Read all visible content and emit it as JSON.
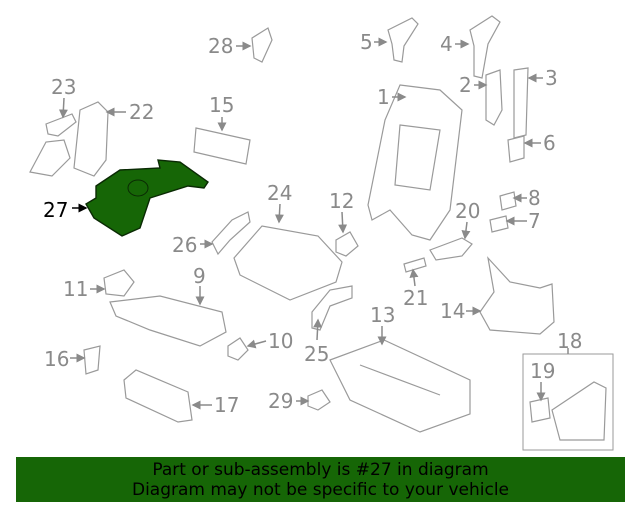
{
  "diagram": {
    "highlight_part": "27",
    "highlight_color": "#166606",
    "callouts": [
      "1",
      "2",
      "3",
      "4",
      "5",
      "6",
      "7",
      "8",
      "9",
      "10",
      "11",
      "12",
      "13",
      "14",
      "15",
      "16",
      "17",
      "18",
      "19",
      "20",
      "21",
      "22",
      "23",
      "24",
      "25",
      "26",
      "27",
      "28",
      "29"
    ]
  },
  "banner": {
    "line1": "Part or sub-assembly is #27 in diagram",
    "line2": "Diagram may not be specific to your vehicle"
  }
}
